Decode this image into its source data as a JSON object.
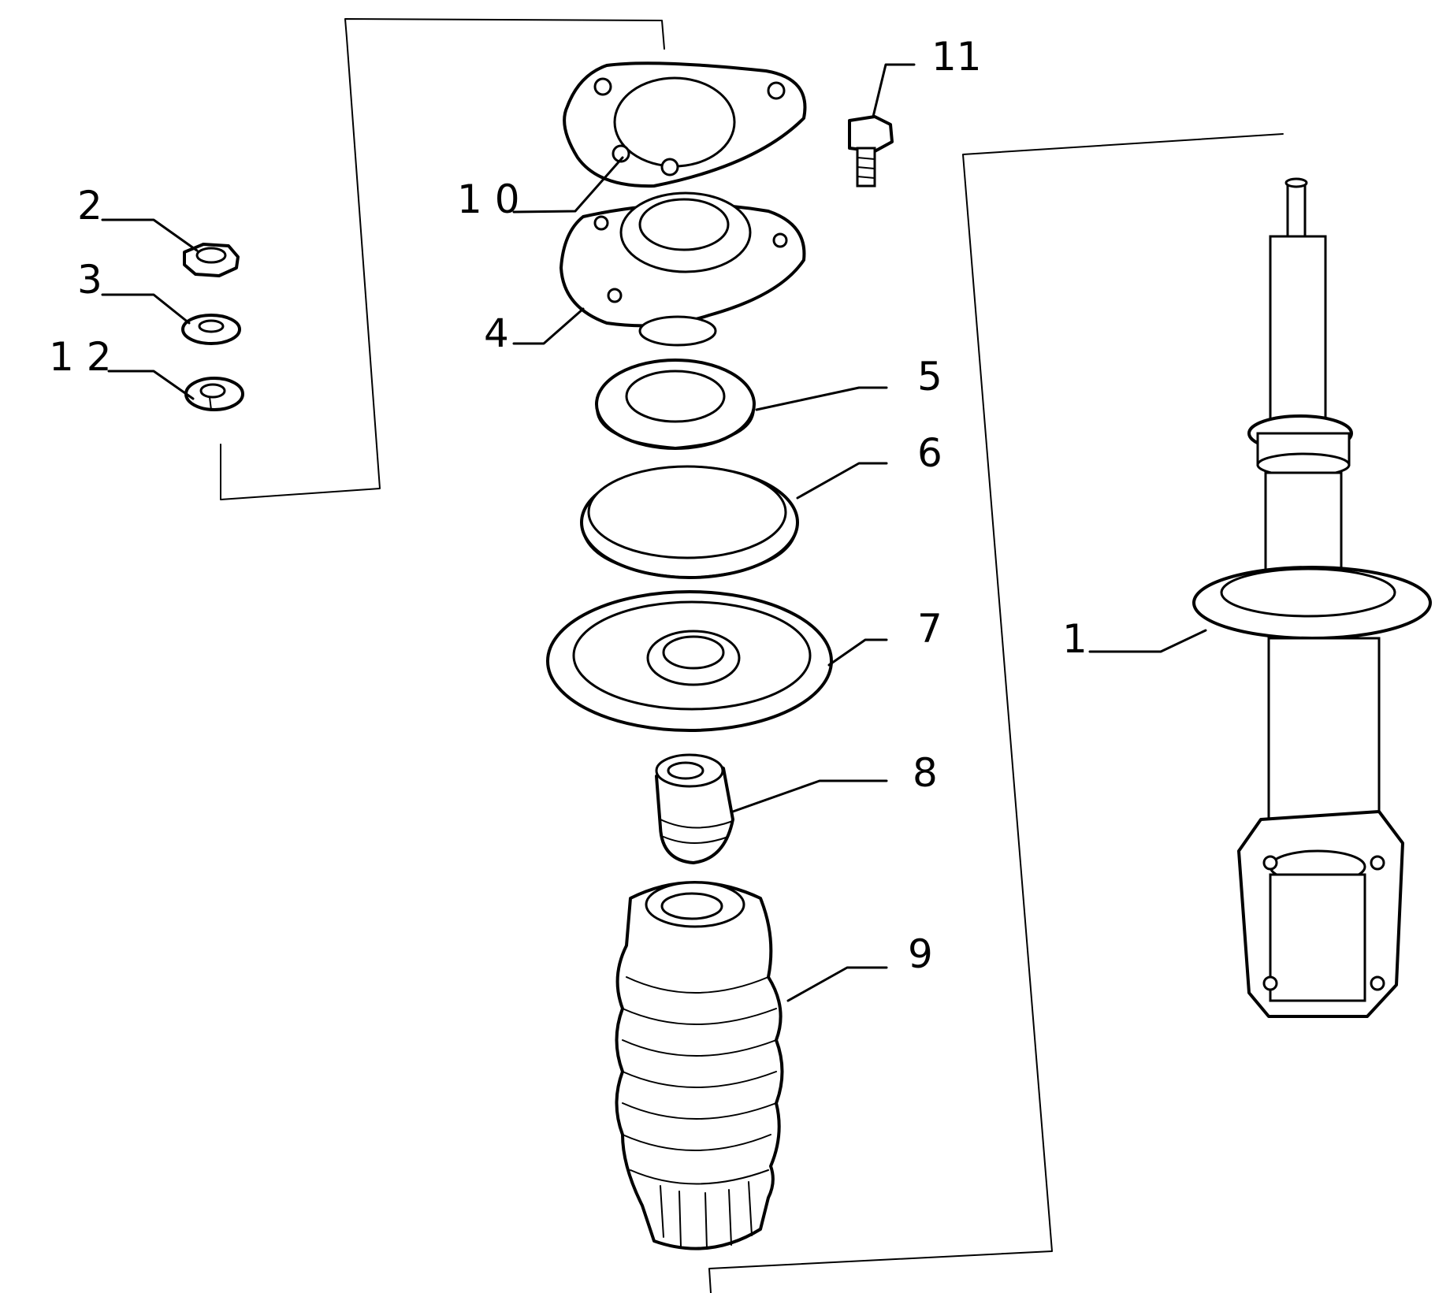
{
  "labels": {
    "l1": "1",
    "l2": "2",
    "l3": "3",
    "l4": "4",
    "l5": "5",
    "l6": "6",
    "l7": "7",
    "l8": "8",
    "l9": "9",
    "l10": "1 0",
    "l11": "11",
    "l12": "1 2"
  }
}
